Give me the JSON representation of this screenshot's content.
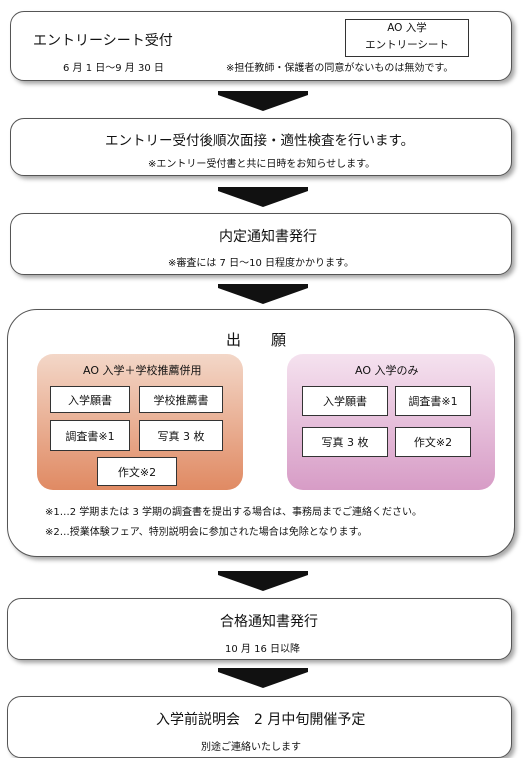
{
  "step1": {
    "title": "エントリーシート受付",
    "period": "6 月 1 日～9 月 30 日",
    "note": "※担任教師・保護者の同意がないものは無効です。",
    "ao_line1": "AO 入学",
    "ao_line2": "エントリーシート"
  },
  "step2": {
    "title": "エントリー受付後順次面接・適性検査を行います。",
    "note": "※エントリー受付書と共に日時をお知らせします。"
  },
  "step3": {
    "title": "内定通知書発行",
    "note": "※審査には 7 日～10 日程度かかります。"
  },
  "step4": {
    "title": "出　　願",
    "left_group": {
      "title": "AO 入学＋学校推薦併用",
      "items": [
        "入学願書",
        "学校推薦書",
        "調査書※1",
        "写真 3 枚",
        "作文※2"
      ]
    },
    "right_group": {
      "title": "AO 入学のみ",
      "items": [
        "入学願書",
        "調査書※1",
        "写真 3 枚",
        "作文※2"
      ]
    },
    "note1": "※1…2 学期または 3 学期の調査書を提出する場合は、事務局までご連絡ください。",
    "note2": "※2…授業体験フェア、特別説明会に参加された場合は免除となります。"
  },
  "step5": {
    "title": "合格通知書発行",
    "note": "10 月 16 日以降"
  },
  "step6": {
    "title": "入学前説明会　2 月中旬開催予定",
    "note": "別途ご連絡いたします"
  },
  "colors": {
    "left_group_top": "#f3d7c8",
    "left_group_bottom": "#e08a63",
    "right_group_top": "#f5e2ef",
    "right_group_bottom": "#d79cc6"
  }
}
